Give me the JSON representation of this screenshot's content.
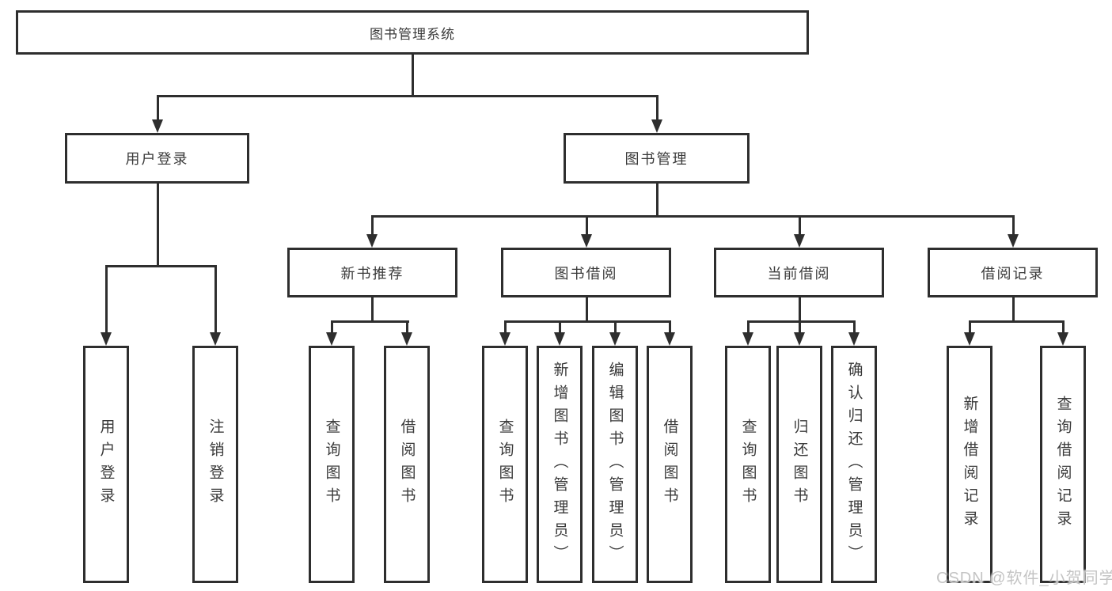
{
  "diagram": {
    "title": "图书管理系统",
    "level2": [
      {
        "label": "用户登录",
        "children": [
          "用户登录",
          "注销登录"
        ]
      },
      {
        "label": "图书管理",
        "groups": [
          {
            "label": "新书推荐",
            "children": [
              "查询图书",
              "借阅图书"
            ]
          },
          {
            "label": "图书借阅",
            "children": [
              "查询图书",
              "新增图书（管理员）",
              "编辑图书（管理员）",
              "借阅图书"
            ]
          },
          {
            "label": "当前借阅",
            "children": [
              "查询图书",
              "归还图书",
              "确认归还（管理员）"
            ]
          },
          {
            "label": "借阅记录",
            "children": [
              "新增借阅记录",
              "查询借阅记录"
            ]
          }
        ]
      }
    ]
  },
  "watermark": {
    "text": "CSDN @软件_小贺同学"
  },
  "colors": {
    "line": "#2e2e2e",
    "text": "#3a3a3a",
    "watermark": "#c4c4c4",
    "background": "#ffffff"
  }
}
